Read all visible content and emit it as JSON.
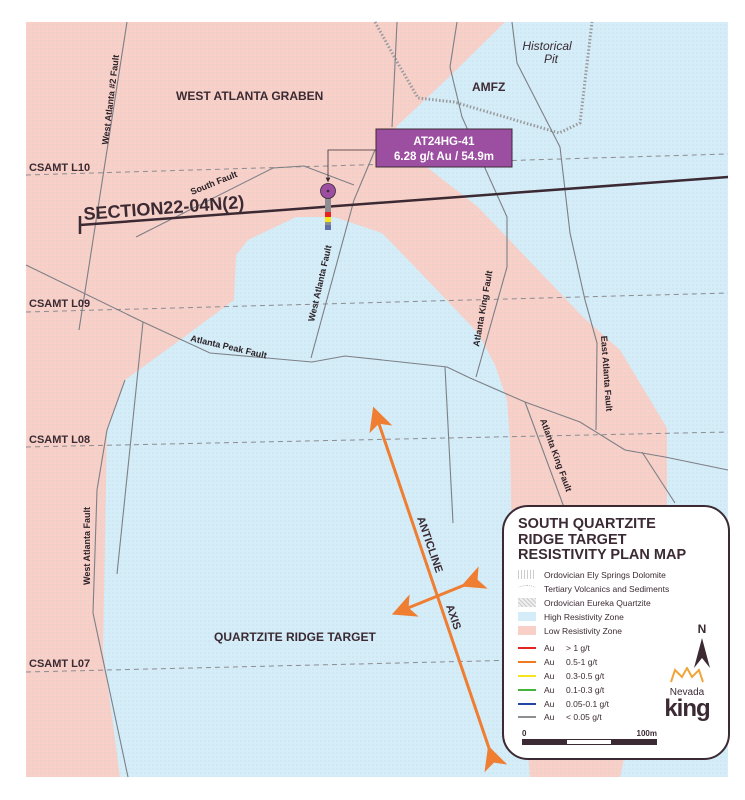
{
  "map": {
    "regions": {
      "west_atlanta_graben": "WEST ATLANTA GRABEN",
      "amfz": "AMFZ",
      "historical_pit_1": "Historical",
      "historical_pit_2": "Pit",
      "quartzite_ridge_target": "QUARTZITE RIDGE TARGET"
    },
    "faults": {
      "west_atlanta_2": "West Atlanta #2 Fault",
      "south": "South Fault",
      "west_atlanta_mid": "West Atlanta Fault",
      "atlanta_king_upper": "Atlanta King Fault",
      "east_atlanta": "East Atlanta Fault",
      "atlanta_peak": "Atlanta Peak Fault",
      "atlanta_king_lower": "Atlanta King Fault",
      "west_atlanta_lower": "West Atlanta Fault"
    },
    "csamt_lines": [
      "CSAMT L10",
      "CSAMT L09",
      "CSAMT L08",
      "CSAMT L07"
    ],
    "section_label": "SECTION22-04N(2)",
    "callout": {
      "hole": "AT24HG-41",
      "result": "6.28 g/t Au / 54.9m"
    },
    "anticline": {
      "word1": "ANTICLINE",
      "word2": "AXIS"
    },
    "colors": {
      "low_resistivity": "#f8d0c7",
      "high_resistivity": "#d4edf8",
      "callout": "#9c4ea1",
      "anticline": "#ef7d32",
      "text": "#3b2a33"
    }
  },
  "legend": {
    "title": [
      "SOUTH QUARTZITE",
      "RIDGE TARGET",
      "RESISTIVITY PLAN MAP"
    ],
    "units": [
      {
        "label": "Ordovician Ely Springs Dolomite"
      },
      {
        "label": "Tertiary Volcanics and Sediments"
      },
      {
        "label": "Ordovician Eureka Quartzite"
      },
      {
        "label": "High Resistivity Zone",
        "color": "#d4edf8"
      },
      {
        "label": "Low Resistivity Zone",
        "color": "#f8d0c7"
      }
    ],
    "grades": [
      {
        "au": "Au",
        "range": "> 1 g/t",
        "color": "#e52320"
      },
      {
        "au": "Au",
        "range": "0.5-1 g/t",
        "color": "#f07a22"
      },
      {
        "au": "Au",
        "range": "0.3-0.5 g/t",
        "color": "#f5e51a"
      },
      {
        "au": "Au",
        "range": "0.1-0.3 g/t",
        "color": "#46b33a"
      },
      {
        "au": "Au",
        "range": "0.05-0.1 g/t",
        "color": "#2446a3"
      },
      {
        "au": "Au",
        "range": "< 0.05 g/t",
        "color": "#8e8e92"
      }
    ],
    "scale": {
      "start": "0",
      "end": "100m"
    },
    "north": "N",
    "logo": {
      "line1": "Nevada",
      "line2": "king"
    }
  }
}
